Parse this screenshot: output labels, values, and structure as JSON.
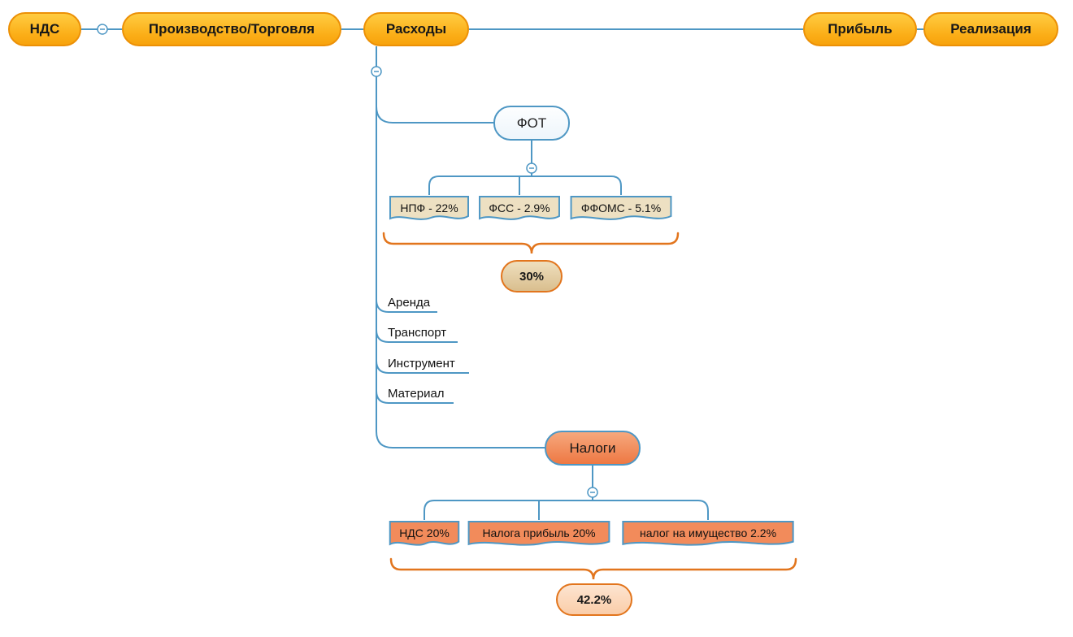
{
  "nodes": {
    "nds": "НДС",
    "production": "Производство/Торговля",
    "expenses": "Расходы",
    "profit": "Прибыль",
    "realization": "Реализация",
    "fot": "ФОТ",
    "taxes": "Налоги"
  },
  "fot_children": [
    "НПФ - 22%",
    "ФСС - 2.9%",
    "ФФОМС - 5.1%"
  ],
  "fot_total": "30%",
  "expense_items": [
    "Аренда",
    "Транспорт",
    "Инструмент",
    "Материал"
  ],
  "tax_children": [
    "НДС 20%",
    "Налога прибыль 20%",
    "налог на имущество 2.2%"
  ],
  "tax_total": "42.2%",
  "colors": {
    "connector_blue": "#4E97C4",
    "brace_orange": "#E2751D",
    "gold_fill": "#FBAD16",
    "gold_border": "#EC9006",
    "beige_fill": "#EDE0C2",
    "salmon_fill": "#EE7843",
    "tan_summary_fill": "#D9BE8E",
    "peach_summary_fill": "#FACDA9"
  }
}
